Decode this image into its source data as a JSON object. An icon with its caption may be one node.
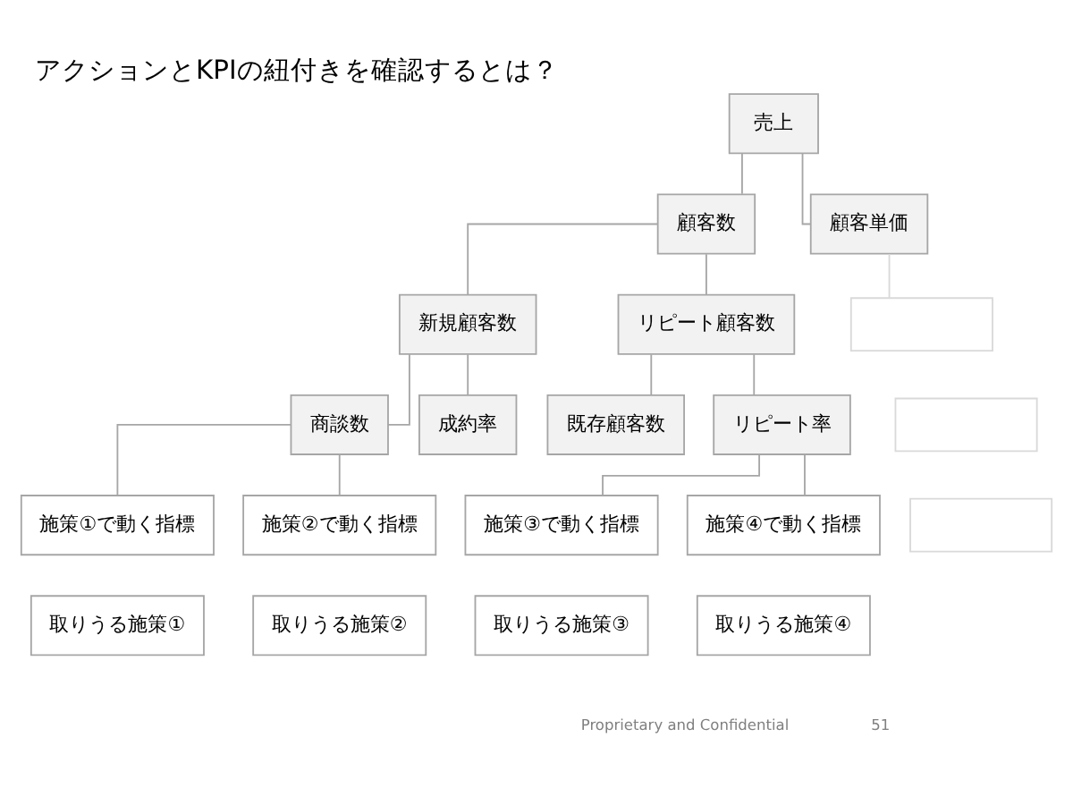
{
  "diagram": {
    "title": "アクションとKPIの紐付きを確認するとは？",
    "nodes": [
      {
        "text": [
          "売上"
        ]
      },
      {
        "text": [
          "顧客数"
        ]
      },
      {
        "text": [
          "顧客単価"
        ]
      },
      {
        "text": [],
        "shape": "box"
      },
      {
        "text": [],
        "shape": "box"
      },
      {
        "text": [],
        "shape": "box"
      },
      {
        "text": [
          "新規顧客数"
        ]
      },
      {
        "text": [
          "リピート顧客数"
        ]
      },
      {
        "text": [
          "商談数"
        ]
      },
      {
        "text": [
          "成約率"
        ]
      },
      {
        "text": [
          "既存顧客数"
        ]
      },
      {
        "text": [
          "リピート率"
        ]
      },
      {
        "text": [
          "施策①で動く指標"
        ]
      },
      {
        "text": [
          "施策②で動く指標"
        ]
      },
      {
        "text": [
          "施策③で動く指標"
        ]
      },
      {
        "text": [
          "施策④で動く指標"
        ]
      },
      {
        "text": [
          "取りうる施策①"
        ]
      },
      {
        "text": [
          "取りうる施策②"
        ]
      },
      {
        "text": [
          "取りうる施策③"
        ]
      },
      {
        "text": [
          "取りうる施策④"
        ]
      }
    ],
    "edges": [
      {
        "from": 0,
        "to": 1,
        "arrow": "none"
      },
      {
        "from": 0,
        "to": 2,
        "arrow": "none"
      },
      {
        "from": 2,
        "to": 3,
        "arrow": "none",
        "color": "#d9d9d9"
      },
      {
        "from": 1,
        "to": 6,
        "arrow": "none"
      },
      {
        "from": 1,
        "to": 7,
        "arrow": "none"
      },
      {
        "from": 6,
        "to": 8,
        "arrow": "none"
      },
      {
        "from": 6,
        "to": 9,
        "arrow": "none"
      },
      {
        "from": 7,
        "to": 10,
        "arrow": "none"
      },
      {
        "from": 7,
        "to": 11,
        "arrow": "none"
      },
      {
        "from": 8,
        "to": 12,
        "arrow": "none"
      },
      {
        "from": 8,
        "to": 13,
        "arrow": "none"
      },
      {
        "from": 11,
        "to": 14,
        "arrow": "none"
      },
      {
        "from": 11,
        "to": 15,
        "arrow": "none"
      }
    ],
    "labels": [
      "Proprietary and Confidential",
      "51"
    ]
  }
}
